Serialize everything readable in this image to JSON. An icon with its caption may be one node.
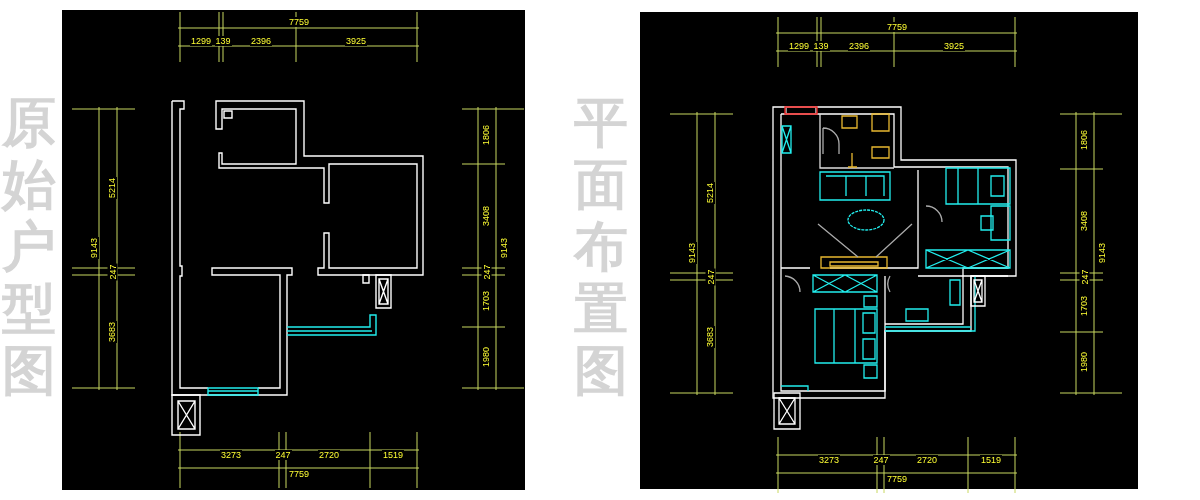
{
  "diagram": {
    "labels": [
      "原始户型图",
      "7759",
      "1299",
      "139",
      "2396",
      "3925",
      "9143",
      "5214",
      "247",
      "3683",
      "1806",
      "3408",
      "247",
      "1703",
      "1980",
      "9143",
      "3273",
      "247",
      "2720",
      "1519",
      "7759",
      "平面布置图",
      "7759",
      "1299",
      "139",
      "2396",
      "3925",
      "9143",
      "5214",
      "247",
      "3683",
      "1806",
      "3408",
      "247",
      "1703",
      "1980",
      "9143",
      "3273",
      "247",
      "2720",
      "1519",
      "7759"
    ]
  }
}
